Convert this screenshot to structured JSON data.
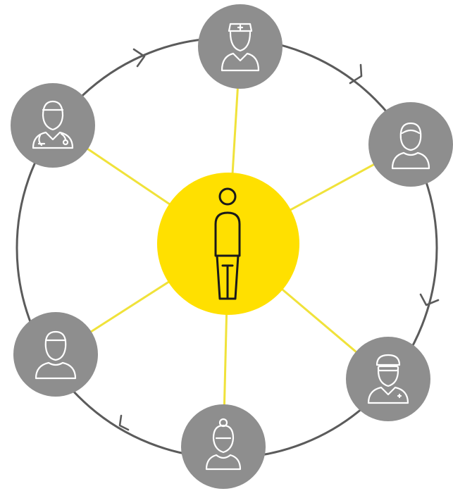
{
  "colors": {
    "node_fill": "#8e8e8e",
    "center_fill": "#ffe000",
    "spoke": "#f0e23a",
    "ring": "#5b5b5b",
    "icon_stroke": "#ffffff",
    "center_icon_stroke": "#1a1a1a"
  },
  "center": {
    "icon": "patient-figure-icon"
  },
  "nodes": [
    {
      "id": "nurse",
      "icon": "nurse-icon"
    },
    {
      "id": "person",
      "icon": "person-icon"
    },
    {
      "id": "surgeon",
      "icon": "surgeon-icon"
    },
    {
      "id": "woman",
      "icon": "woman-icon"
    },
    {
      "id": "man",
      "icon": "man-icon"
    },
    {
      "id": "doctor",
      "icon": "doctor-icon"
    }
  ],
  "flow": {
    "direction": "clockwise"
  }
}
